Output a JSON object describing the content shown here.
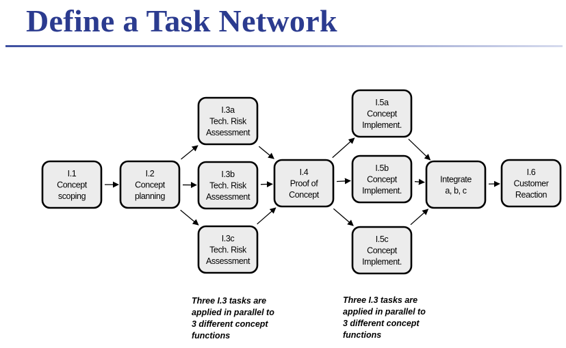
{
  "title": "Define a Task Network",
  "nodes": [
    {
      "id": "n1",
      "lines": [
        "I.1",
        "Concept",
        "scoping"
      ]
    },
    {
      "id": "n2",
      "lines": [
        "I.2",
        "Concept",
        "planning"
      ]
    },
    {
      "id": "n3a",
      "lines": [
        "I.3a",
        "Tech. Risk",
        "Assessment"
      ]
    },
    {
      "id": "n3b",
      "lines": [
        "I.3b",
        "Tech. Risk",
        "Assessment"
      ]
    },
    {
      "id": "n3c",
      "lines": [
        "I.3c",
        "Tech. Risk",
        "Assessment"
      ]
    },
    {
      "id": "n4",
      "lines": [
        "I.4",
        "Proof of",
        "Concept"
      ]
    },
    {
      "id": "n5a",
      "lines": [
        "I.5a",
        "Concept",
        "Implement."
      ]
    },
    {
      "id": "n5b",
      "lines": [
        "I.5b",
        "Concept",
        "Implement."
      ]
    },
    {
      "id": "n5c",
      "lines": [
        "I.5c",
        "Concept",
        "Implement."
      ]
    },
    {
      "id": "nint",
      "lines": [
        "Integrate",
        "a, b, c"
      ]
    },
    {
      "id": "n6",
      "lines": [
        "I.6",
        "Customer",
        "Reaction"
      ]
    }
  ],
  "edges": [
    [
      "n1",
      "n2"
    ],
    [
      "n2",
      "n3a"
    ],
    [
      "n2",
      "n3b"
    ],
    [
      "n2",
      "n3c"
    ],
    [
      "n3a",
      "n4"
    ],
    [
      "n3b",
      "n4"
    ],
    [
      "n3c",
      "n4"
    ],
    [
      "n4",
      "n5a"
    ],
    [
      "n4",
      "n5b"
    ],
    [
      "n4",
      "n5c"
    ],
    [
      "n5a",
      "nint"
    ],
    [
      "n5b",
      "nint"
    ],
    [
      "n5c",
      "nint"
    ],
    [
      "nint",
      "n6"
    ]
  ],
  "notes": {
    "left": [
      "Three I.3 tasks are",
      "applied in parallel to",
      "3 different concept",
      "functions"
    ],
    "right": [
      "Three I.3 tasks are",
      "applied in parallel to",
      "3 different concept",
      "functions"
    ]
  }
}
